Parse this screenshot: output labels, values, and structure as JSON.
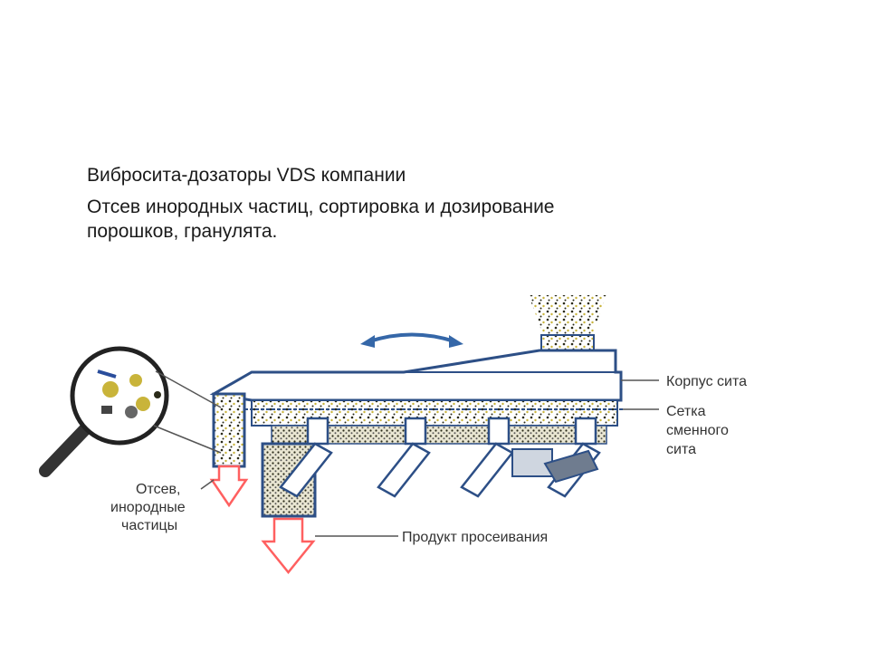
{
  "slide": {
    "title": "Вибросита-дозаторы VDS компании",
    "subtitle": "Отсев инородных частиц, сортировка и дозирование порошков, гранулята."
  },
  "diagram": {
    "labels": {
      "housing_line1": "Корпус сита",
      "mesh_line1": "Сетка",
      "mesh_line2": "сменного",
      "mesh_line3": "сита",
      "reject_line1": "Отсев,",
      "reject_line2": "инородные",
      "reject_line3": "частицы",
      "product": "Продукт просеивания"
    },
    "colors": {
      "frame": "#2d4f86",
      "frame_fill": "#ffffff",
      "arrow_blue": "#3567a8",
      "output_arrow": "#ff6060",
      "leader": "#555555",
      "text": "#333333",
      "granule": "#2a2a18",
      "granule_gold": "#c9b43a"
    }
  }
}
